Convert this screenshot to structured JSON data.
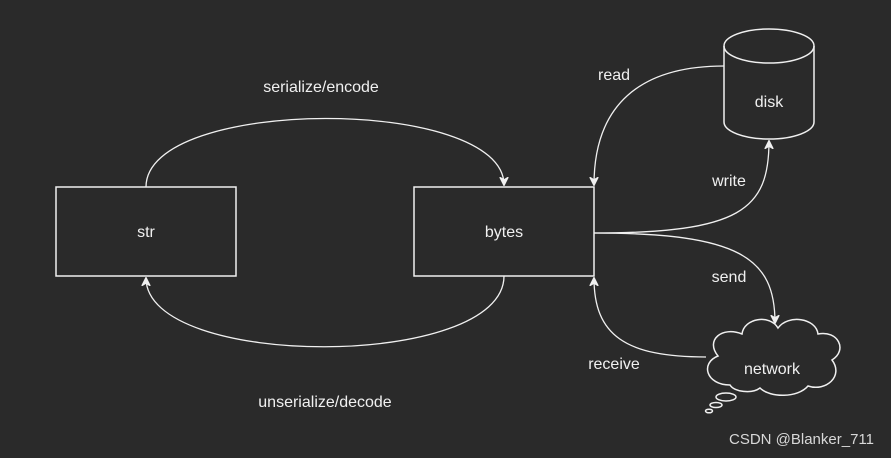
{
  "nodes": {
    "str": "str",
    "bytes": "bytes",
    "disk": "disk",
    "network": "network"
  },
  "edges": {
    "serialize": "serialize/encode",
    "unserialize": "unserialize/decode",
    "read": "read",
    "write": "write",
    "send": "send",
    "receive": "receive"
  },
  "watermark": "CSDN @Blanker_711",
  "colors": {
    "background": "#2a2a2a",
    "foreground": "#f0f0f0"
  }
}
